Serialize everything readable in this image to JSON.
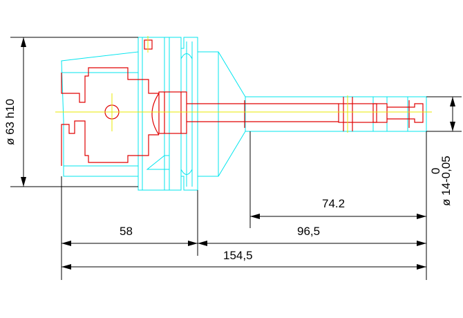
{
  "dimensions": {
    "diameter_flange": "ø 63 h10",
    "length_58": "58",
    "length_74_2": "74.2",
    "length_96_5": "96,5",
    "length_total": "154,5",
    "tol_upper": "0",
    "diameter_shank": "ø 14-0,05"
  },
  "colors": {
    "outline": "#00e5ee",
    "hidden": "#e00000",
    "center": "#e8e800",
    "dimension": "#000000"
  }
}
